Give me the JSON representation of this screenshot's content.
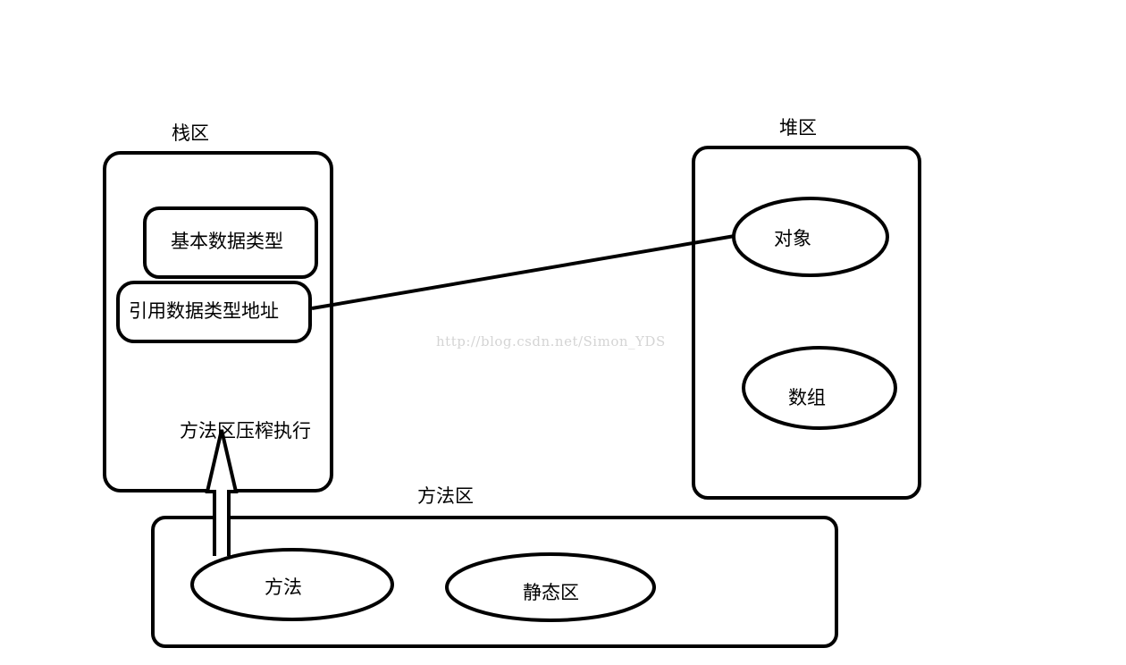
{
  "stack": {
    "title": "栈区",
    "primitive_label": "基本数据类型",
    "reference_label": "引用数据类型地址",
    "execution_label": "方法区压榨执行"
  },
  "heap": {
    "title": "堆区",
    "object_label": "对象",
    "array_label": "数组"
  },
  "method_area": {
    "title": "方法区",
    "method_label": "方法",
    "static_label": "静态区"
  },
  "watermark": "http://blog.csdn.net/Simon_YDS",
  "colors": {
    "stroke": "#000000",
    "background": "#ffffff",
    "watermark": "#d4d4d4"
  }
}
